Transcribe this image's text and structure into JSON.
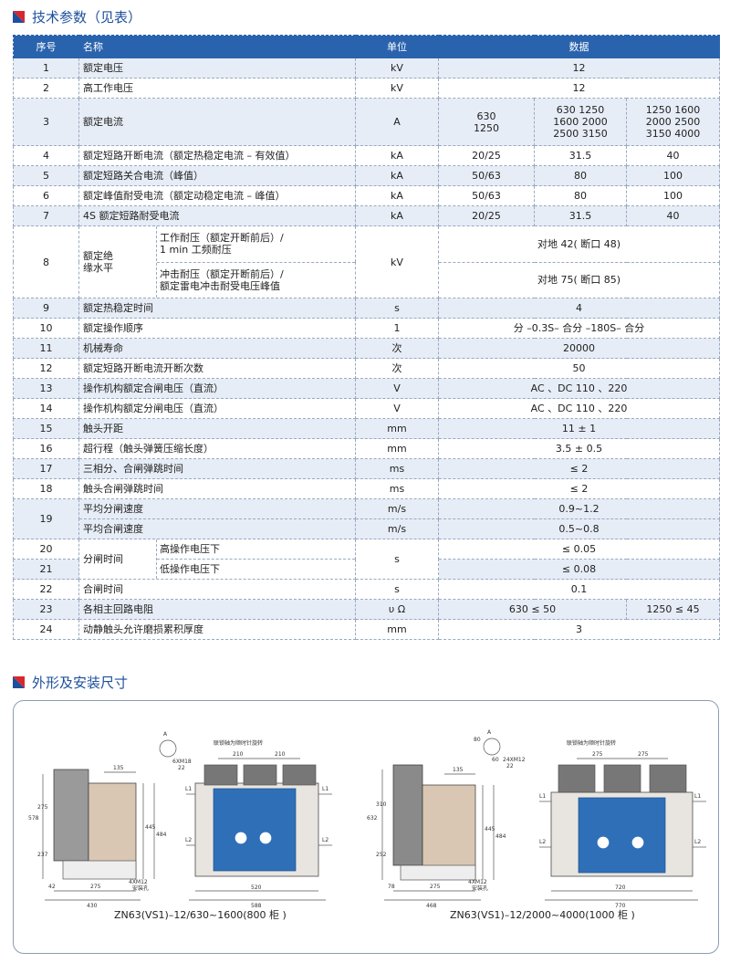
{
  "section1": {
    "title": "技术参数（见表）"
  },
  "section2": {
    "title": "外形及安装尺寸"
  },
  "table": {
    "headers": [
      "序号",
      "名称",
      "单位",
      "数据"
    ],
    "rows": [
      {
        "no": "1",
        "name": "额定电压",
        "unit": "kV",
        "value": "12"
      },
      {
        "no": "2",
        "name": "高工作电压",
        "unit": "kV",
        "value": "12"
      },
      {
        "no": "3",
        "name": "额定电流",
        "unit": "A",
        "v1": "630\n1250",
        "v2": "630 1250\n1600 2000\n2500 3150",
        "v3": "1250 1600\n2000 2500\n3150 4000"
      },
      {
        "no": "4",
        "name": "额定短路开断电流（额定热稳定电流 – 有效值）",
        "unit": "kA",
        "v1": "20/25",
        "v2": "31.5",
        "v3": "40"
      },
      {
        "no": "5",
        "name": "额定短路关合电流（峰值）",
        "unit": "kA",
        "v1": "50/63",
        "v2": "80",
        "v3": "100"
      },
      {
        "no": "6",
        "name": "额定峰值耐受电流（额定动稳定电流 – 峰值）",
        "unit": "kA",
        "v1": "50/63",
        "v2": "80",
        "v3": "100"
      },
      {
        "no": "7",
        "name": "4S 额定短路耐受电流",
        "unit": "kA",
        "v1": "20/25",
        "v2": "31.5",
        "v3": "40"
      },
      {
        "no": "8",
        "name": "额定绝\n缘水平",
        "sub1": "工作耐压（额定开断前后）/\n1 min 工频耐压",
        "sub2": "冲击耐压（额定开断前后）/\n额定雷电冲击耐受电压峰值",
        "unit": "kV",
        "val1": "对地  42( 断口 48)",
        "val2": "对地  75( 断口 85)"
      },
      {
        "no": "9",
        "name": "额定热稳定时间",
        "unit": "s",
        "value": "4"
      },
      {
        "no": "10",
        "name": "额定操作顺序",
        "unit": "1",
        "value": "分 –0.3S– 合分 –180S– 合分"
      },
      {
        "no": "11",
        "name": "机械寿命",
        "unit": "次",
        "value": "20000"
      },
      {
        "no": "12",
        "name": "额定短路开断电流开断次数",
        "unit": "次",
        "value": "50"
      },
      {
        "no": "13",
        "name": "操作机构额定合闸电压（直流）",
        "unit": "V",
        "value": "AC 、DC  110 、220"
      },
      {
        "no": "14",
        "name": "操作机构额定分闸电压（直流）",
        "unit": "V",
        "value": "AC 、DC  110 、220"
      },
      {
        "no": "15",
        "name": "触头开距",
        "unit": "mm",
        "value": "11 ± 1"
      },
      {
        "no": "16",
        "name": "超行程（触头弹簧压缩长度）",
        "unit": "mm",
        "value": "3.5 ± 0.5"
      },
      {
        "no": "17",
        "name": "三相分、合闸弹跳时间",
        "unit": "ms",
        "value": "≤ 2"
      },
      {
        "no": "18",
        "name": "触头合闸弹跳时间",
        "unit": "ms",
        "value": "≤ 2"
      },
      {
        "no": "19",
        "name": "平均分闸速度",
        "unit": "m/s",
        "value": "0.9~1.2",
        "name2": "平均合闸速度",
        "unit2": "m/s",
        "value2": "0.5~0.8"
      },
      {
        "no": "20",
        "name": "分闸时间",
        "sub": "高操作电压下",
        "unit": "s",
        "value": "≤ 0.05"
      },
      {
        "no": "21",
        "sub": "低操作电压下",
        "value": "≤ 0.08"
      },
      {
        "no": "22",
        "name": "合闸时间",
        "unit": "s",
        "value": "0.1"
      },
      {
        "no": "23",
        "name": "各相主回路电阻",
        "unit": "υ Ω",
        "v1": "630 ≤ 50",
        "v2": "1250 ≤ 45"
      },
      {
        "no": "24",
        "name": "动静触头允许磨损累积厚度",
        "unit": "mm",
        "value": "3"
      }
    ]
  },
  "drawing1": {
    "caption": "ZN63(VS1)–12/630~1600(800 柜 )",
    "top_label": "联锁轴为顺时针旋转",
    "dims_left": [
      "135",
      "275",
      "578",
      "237",
      "445",
      "484",
      "42",
      "275",
      "430",
      "4XM12",
      "安装孔",
      "6XM18",
      "22"
    ],
    "dims_front": [
      "210",
      "210",
      "L1",
      "L1",
      "L2",
      "L2",
      "520",
      "588"
    ],
    "label_a": "A"
  },
  "drawing2": {
    "caption": "ZN63(VS1)–12/2000~4000(1000 柜 )",
    "top_label": "联锁轴为顺时针旋转",
    "dims_left": [
      "135",
      "310",
      "632",
      "252",
      "445",
      "484",
      "78",
      "275",
      "468",
      "4XM12",
      "安装孔",
      "80",
      "60",
      "24XM12",
      "22"
    ],
    "dims_front": [
      "275",
      "275",
      "L1",
      "L1",
      "L2",
      "L2",
      "720",
      "770"
    ],
    "label_a": "A"
  },
  "colors": {
    "header_bg": "#2a63ad",
    "odd_row": "#e7edf6",
    "accent_red": "#d8262e",
    "title_blue": "#1d4f9c"
  }
}
